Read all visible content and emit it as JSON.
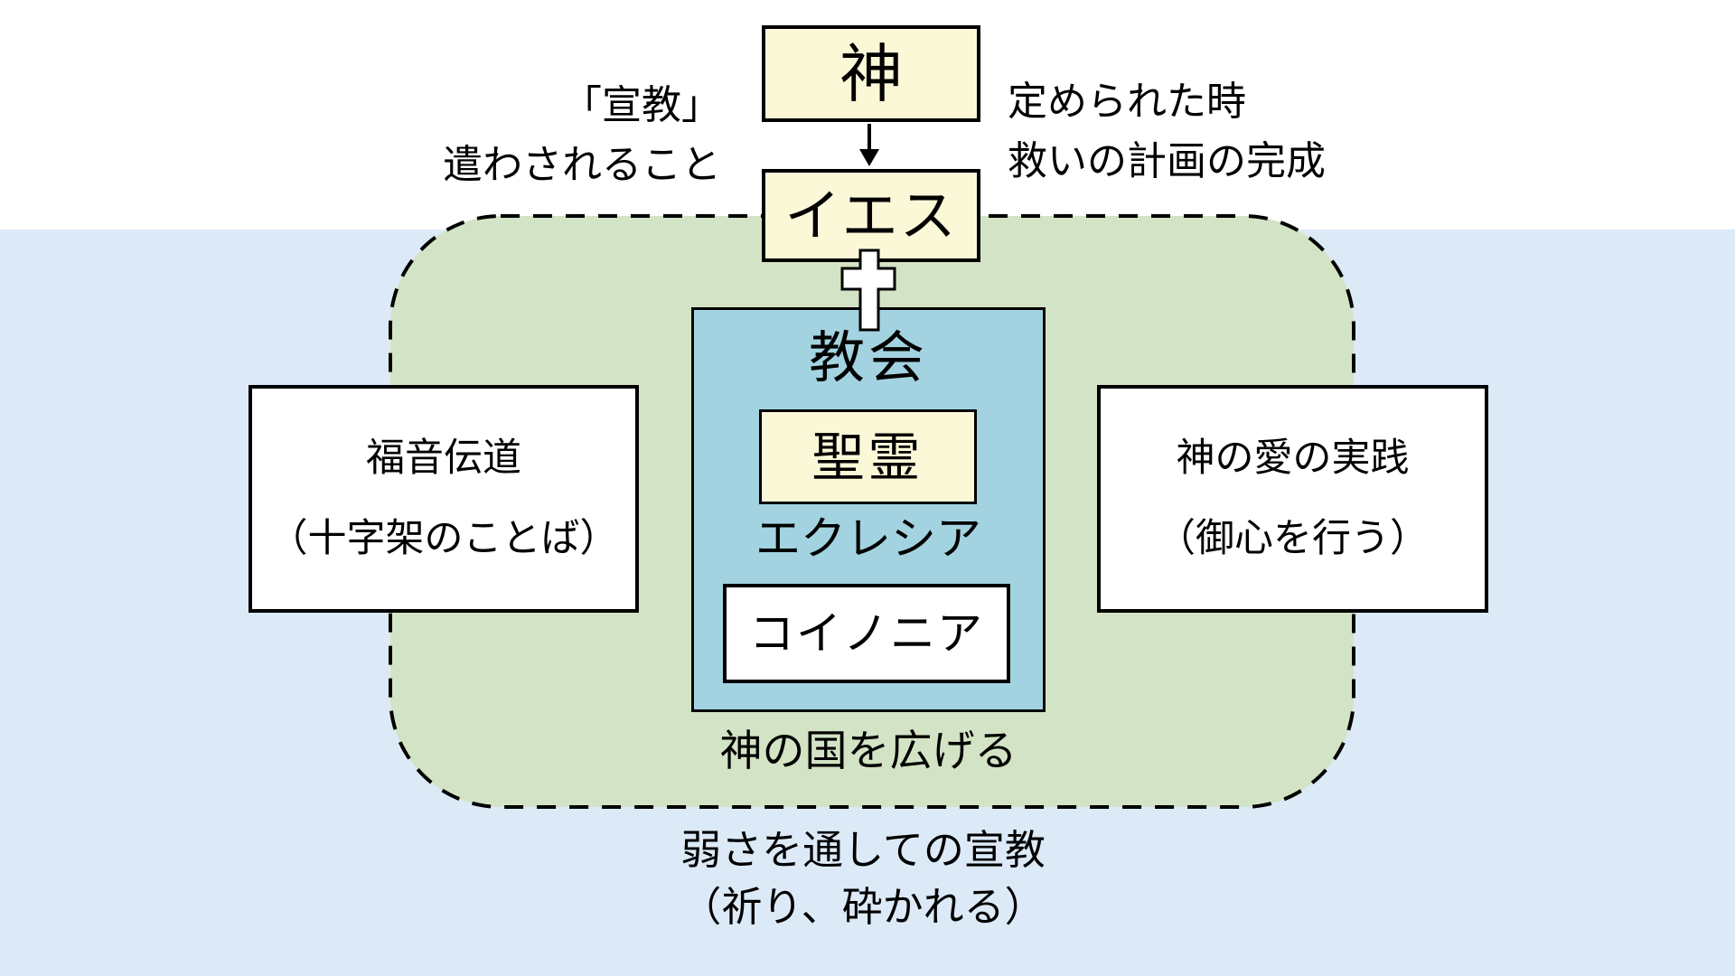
{
  "colors": {
    "background_top": "#ffffff",
    "background_band": "#dceaf7",
    "green_zone": "#d3e3c5",
    "church_blue": "#a3d3e0",
    "node_yellow": "#fbf8d8",
    "box_white": "#ffffff",
    "line_black": "#000000"
  },
  "top_labels": {
    "mission_left": {
      "line1": "「宣教」",
      "line2": "遣わされること"
    },
    "time_right": {
      "line1": "定められた時",
      "line2": "救いの計画の完成"
    }
  },
  "nodes": {
    "god": {
      "label": "神"
    },
    "jesus": {
      "label": "イエス"
    },
    "church": {
      "title": "教会"
    },
    "holy_spirit": {
      "label": "聖霊"
    },
    "ecclesia": {
      "label": "エクレシア"
    },
    "koinonia": {
      "label": "コイノニア"
    },
    "evangelism": {
      "line1": "福音伝道",
      "line2": "（十字架のことば）"
    },
    "love_practice": {
      "line1": "神の愛の実践",
      "line2": "（御心を行う）"
    }
  },
  "green_zone_caption": "神の国を広げる",
  "bottom_caption": {
    "line1": "弱さを通しての宣教",
    "line2": "（祈り、砕かれる）"
  },
  "icons": {
    "cross": "latin-cross-icon",
    "arrow": "down-arrow-icon"
  }
}
